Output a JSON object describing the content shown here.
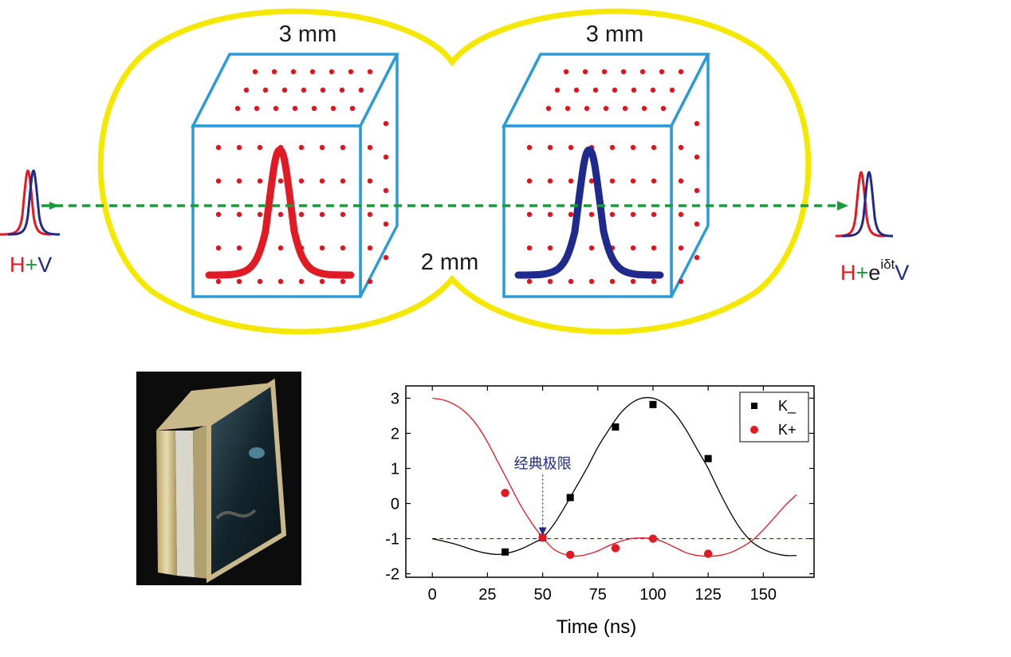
{
  "diagram": {
    "left_crystal_width": "3 mm",
    "right_crystal_width": "3 mm",
    "gap_label": "2 mm",
    "input_state": {
      "h": "H",
      "plus": "+",
      "v": "V"
    },
    "output_state": {
      "h": "H",
      "plus": "+",
      "e": "e",
      "exponent": "iδt",
      "v": "V"
    },
    "colors": {
      "ellipse": "#f5e800",
      "crystal_edge": "#2a9bd6",
      "dots": "#e0141e",
      "pulse_h": "#e01b24",
      "pulse_v": "#1f2a8c",
      "beam": "#1a9a3a"
    }
  },
  "chart_data": {
    "type": "scatter",
    "xlabel": "Time (ns)",
    "ylabel": "",
    "xlim": [
      -12,
      173
    ],
    "ylim": [
      -2.1,
      3.35
    ],
    "xticks": [
      0,
      25,
      50,
      75,
      100,
      125,
      150
    ],
    "yticks": [
      -2,
      -1,
      0,
      1,
      2,
      3
    ],
    "legend_position": "top-right",
    "annotation": {
      "text": "经典极限",
      "x": 50,
      "y": -1
    },
    "reference_line": {
      "y": -1,
      "style": "dashed",
      "color": "#1f2a8c"
    },
    "series": [
      {
        "name": "K_",
        "marker": "square",
        "color": "#000000",
        "x": [
          33,
          50,
          62.5,
          83,
          100,
          125
        ],
        "y": [
          -1.38,
          -0.97,
          0.17,
          2.18,
          2.82,
          1.28
        ]
      },
      {
        "name": "K+",
        "marker": "circle",
        "color": "#e01b24",
        "x": [
          33,
          50,
          62.5,
          83,
          100,
          125
        ],
        "y": [
          0.3,
          -0.97,
          -1.46,
          -1.27,
          -1.0,
          -1.43
        ]
      }
    ],
    "fit_curves": [
      {
        "name": "K_ fit",
        "color": "#000000",
        "x": [
          0,
          10,
          20,
          25,
          30,
          35,
          40,
          45,
          50,
          55,
          60,
          65,
          70,
          75,
          80,
          85,
          90,
          95,
          100,
          105,
          110,
          115,
          120,
          125,
          130,
          135,
          140,
          145,
          150,
          155,
          160,
          165
        ],
        "y": [
          -1.0,
          -1.15,
          -1.35,
          -1.42,
          -1.45,
          -1.4,
          -1.3,
          -1.15,
          -0.97,
          -0.6,
          -0.1,
          0.45,
          1.0,
          1.6,
          2.1,
          2.55,
          2.85,
          3.0,
          3.0,
          2.85,
          2.55,
          2.1,
          1.55,
          1.0,
          0.35,
          -0.25,
          -0.75,
          -1.1,
          -1.3,
          -1.42,
          -1.48,
          -1.48
        ]
      },
      {
        "name": "K+ fit",
        "color": "#e01b24",
        "x": [
          0,
          5,
          10,
          15,
          20,
          25,
          30,
          35,
          40,
          45,
          50,
          55,
          60,
          65,
          70,
          75,
          80,
          85,
          90,
          95,
          100,
          105,
          110,
          115,
          120,
          125,
          130,
          135,
          140,
          145,
          150,
          155,
          160,
          165
        ],
        "y": [
          3.0,
          2.95,
          2.82,
          2.6,
          2.25,
          1.75,
          1.15,
          0.55,
          -0.05,
          -0.55,
          -0.97,
          -1.3,
          -1.45,
          -1.5,
          -1.45,
          -1.35,
          -1.2,
          -1.08,
          -1.0,
          -0.98,
          -1.0,
          -1.1,
          -1.25,
          -1.4,
          -1.48,
          -1.5,
          -1.48,
          -1.4,
          -1.25,
          -1.05,
          -0.75,
          -0.4,
          -0.05,
          0.25
        ]
      }
    ]
  }
}
